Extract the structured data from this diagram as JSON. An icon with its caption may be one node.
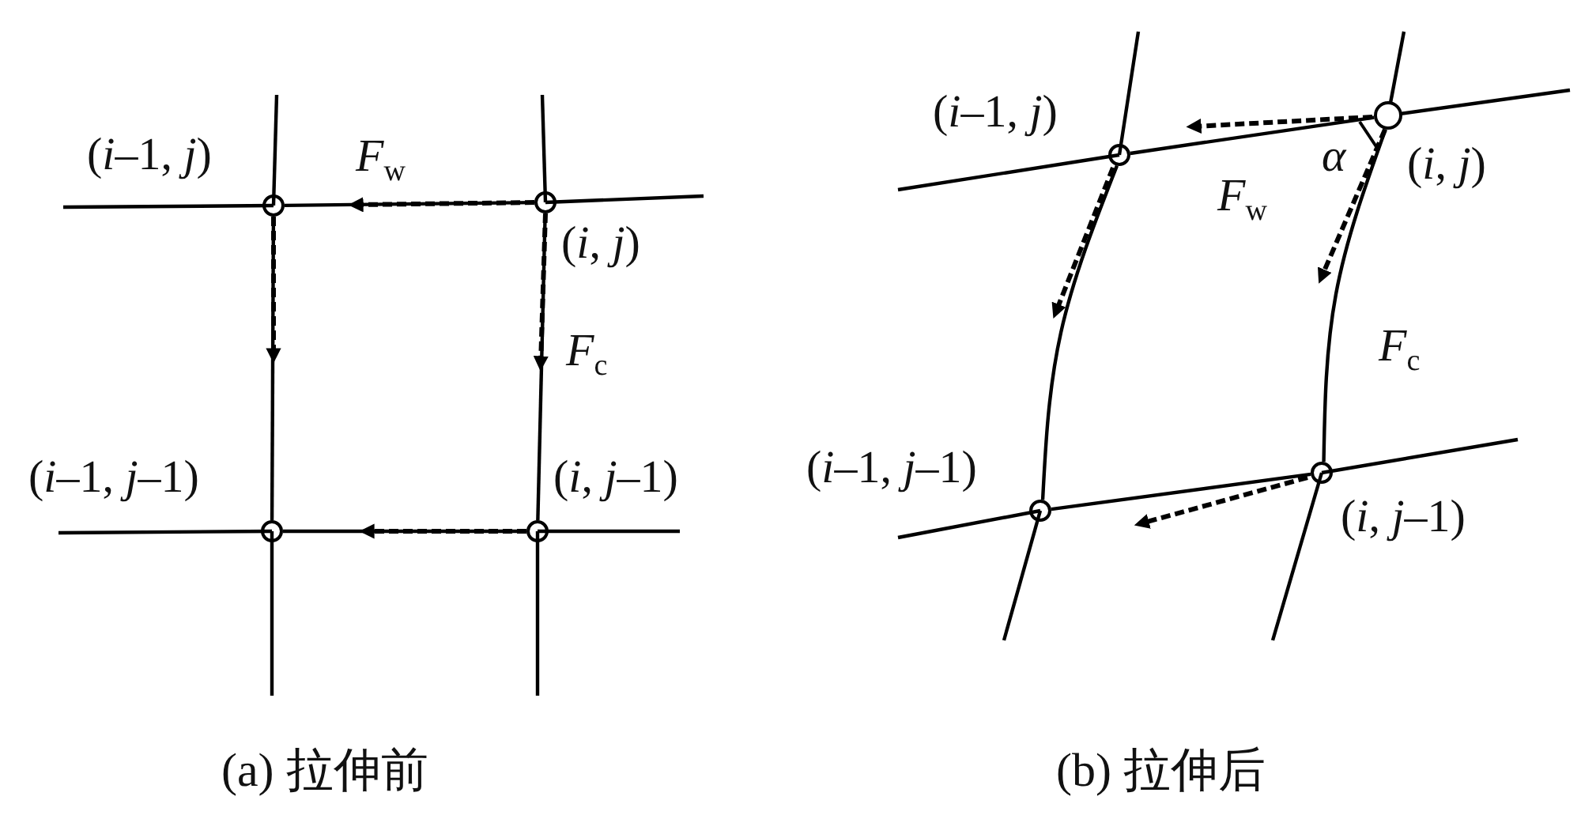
{
  "diagram": {
    "nodes": [
      {
        "text": [],
        "shape": "circle",
        "beside": [
          "(*i*–1, *j*)"
        ]
      },
      {
        "text": [],
        "shape": "circle",
        "beside": [
          "(*i*, *j*)"
        ]
      },
      {
        "text": [],
        "shape": "circle",
        "beside": [
          "(*i*–1, *j*–1)"
        ]
      },
      {
        "text": [],
        "shape": "circle",
        "beside": [
          "(*i*, *j*–1)"
        ]
      },
      {
        "text": [],
        "shape": "circle",
        "beside": [
          "(*i*–1, *j*)"
        ]
      },
      {
        "text": [],
        "shape": "circle",
        "beside": [
          "(*i*, *j*)"
        ]
      },
      {
        "text": [],
        "shape": "circle",
        "beside": [
          "(*i*–1, *j*–1)"
        ]
      },
      {
        "text": [],
        "shape": "circle",
        "beside": [
          "(*i*, *j*–1)"
        ]
      }
    ],
    "edges": [
      {
        "from": 0,
        "to": 1,
        "arrow": "none"
      },
      {
        "from": 0,
        "to": 2,
        "arrow": "none"
      },
      {
        "from": 1,
        "to": 3,
        "arrow": "none"
      },
      {
        "from": 2,
        "to": 3,
        "arrow": "none"
      },
      {
        "from": 4,
        "to": 5,
        "arrow": "none"
      },
      {
        "from": 4,
        "to": 6,
        "arrow": "none"
      },
      {
        "from": 5,
        "to": 7,
        "arrow": "none"
      },
      {
        "from": 6,
        "to": 7,
        "arrow": "none"
      }
    ],
    "labels": [
      "*F*$_{w}$",
      "*F*$_{c}$",
      "(a) 拉伸前",
      "*α*",
      "*F*$_{w}$",
      "*F*$_{c}$",
      "(b) 拉伸后"
    ]
  }
}
